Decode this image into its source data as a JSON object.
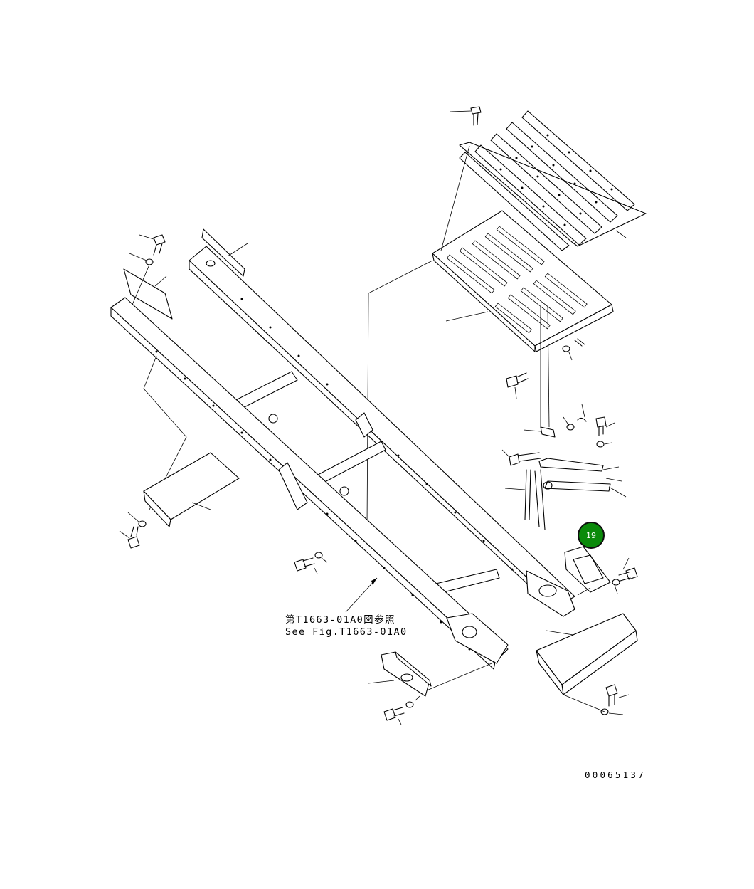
{
  "diagram": {
    "reference_note_ja": "第T1663-01A0図参照",
    "reference_note_en": "See Fig.T1663-01A0",
    "drawing_number": "00065137",
    "callout": {
      "number": "19",
      "color": "#0a8a0a"
    }
  }
}
